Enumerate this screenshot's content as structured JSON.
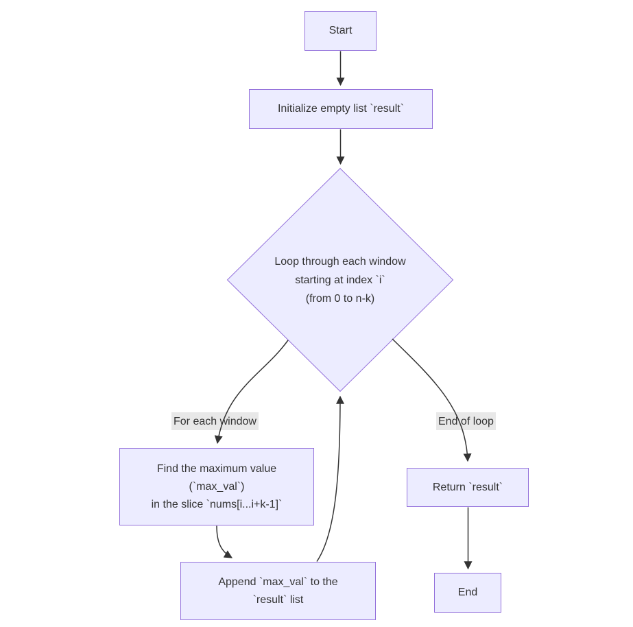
{
  "diagram": {
    "type": "flowchart",
    "direction": "top-down",
    "background": "#ffffff",
    "theme": {
      "node_fill": "#ECECFF",
      "node_border": "#9370DB",
      "text_color": "#333333",
      "edge_color": "#333333",
      "edge_label_bg": "#e8e8e8"
    },
    "nodes": {
      "start": {
        "label": "Start",
        "shape": "rect"
      },
      "init": {
        "label": "Initialize empty list `result`",
        "shape": "rect"
      },
      "loop": {
        "label": "Loop through each window\nstarting at index `i`\n(from 0 to n-k)",
        "shape": "diamond"
      },
      "find": {
        "label": "Find the maximum value\n(`max_val`)\nin the slice `nums[i...i+k-1]`",
        "shape": "rect"
      },
      "append": {
        "label": "Append `max_val` to the\n`result` list",
        "shape": "rect"
      },
      "return": {
        "label": "Return `result`",
        "shape": "rect"
      },
      "end": {
        "label": "End",
        "shape": "rect"
      }
    },
    "edge_labels": {
      "for_each_window": "For each window",
      "end_of_loop": "End of loop"
    },
    "edges": [
      {
        "from": "start",
        "to": "init",
        "label": ""
      },
      {
        "from": "init",
        "to": "loop",
        "label": ""
      },
      {
        "from": "loop",
        "to": "find",
        "label": "For each window"
      },
      {
        "from": "find",
        "to": "append",
        "label": ""
      },
      {
        "from": "append",
        "to": "loop",
        "label": ""
      },
      {
        "from": "loop",
        "to": "return",
        "label": "End of loop"
      },
      {
        "from": "return",
        "to": "end",
        "label": ""
      }
    ]
  }
}
